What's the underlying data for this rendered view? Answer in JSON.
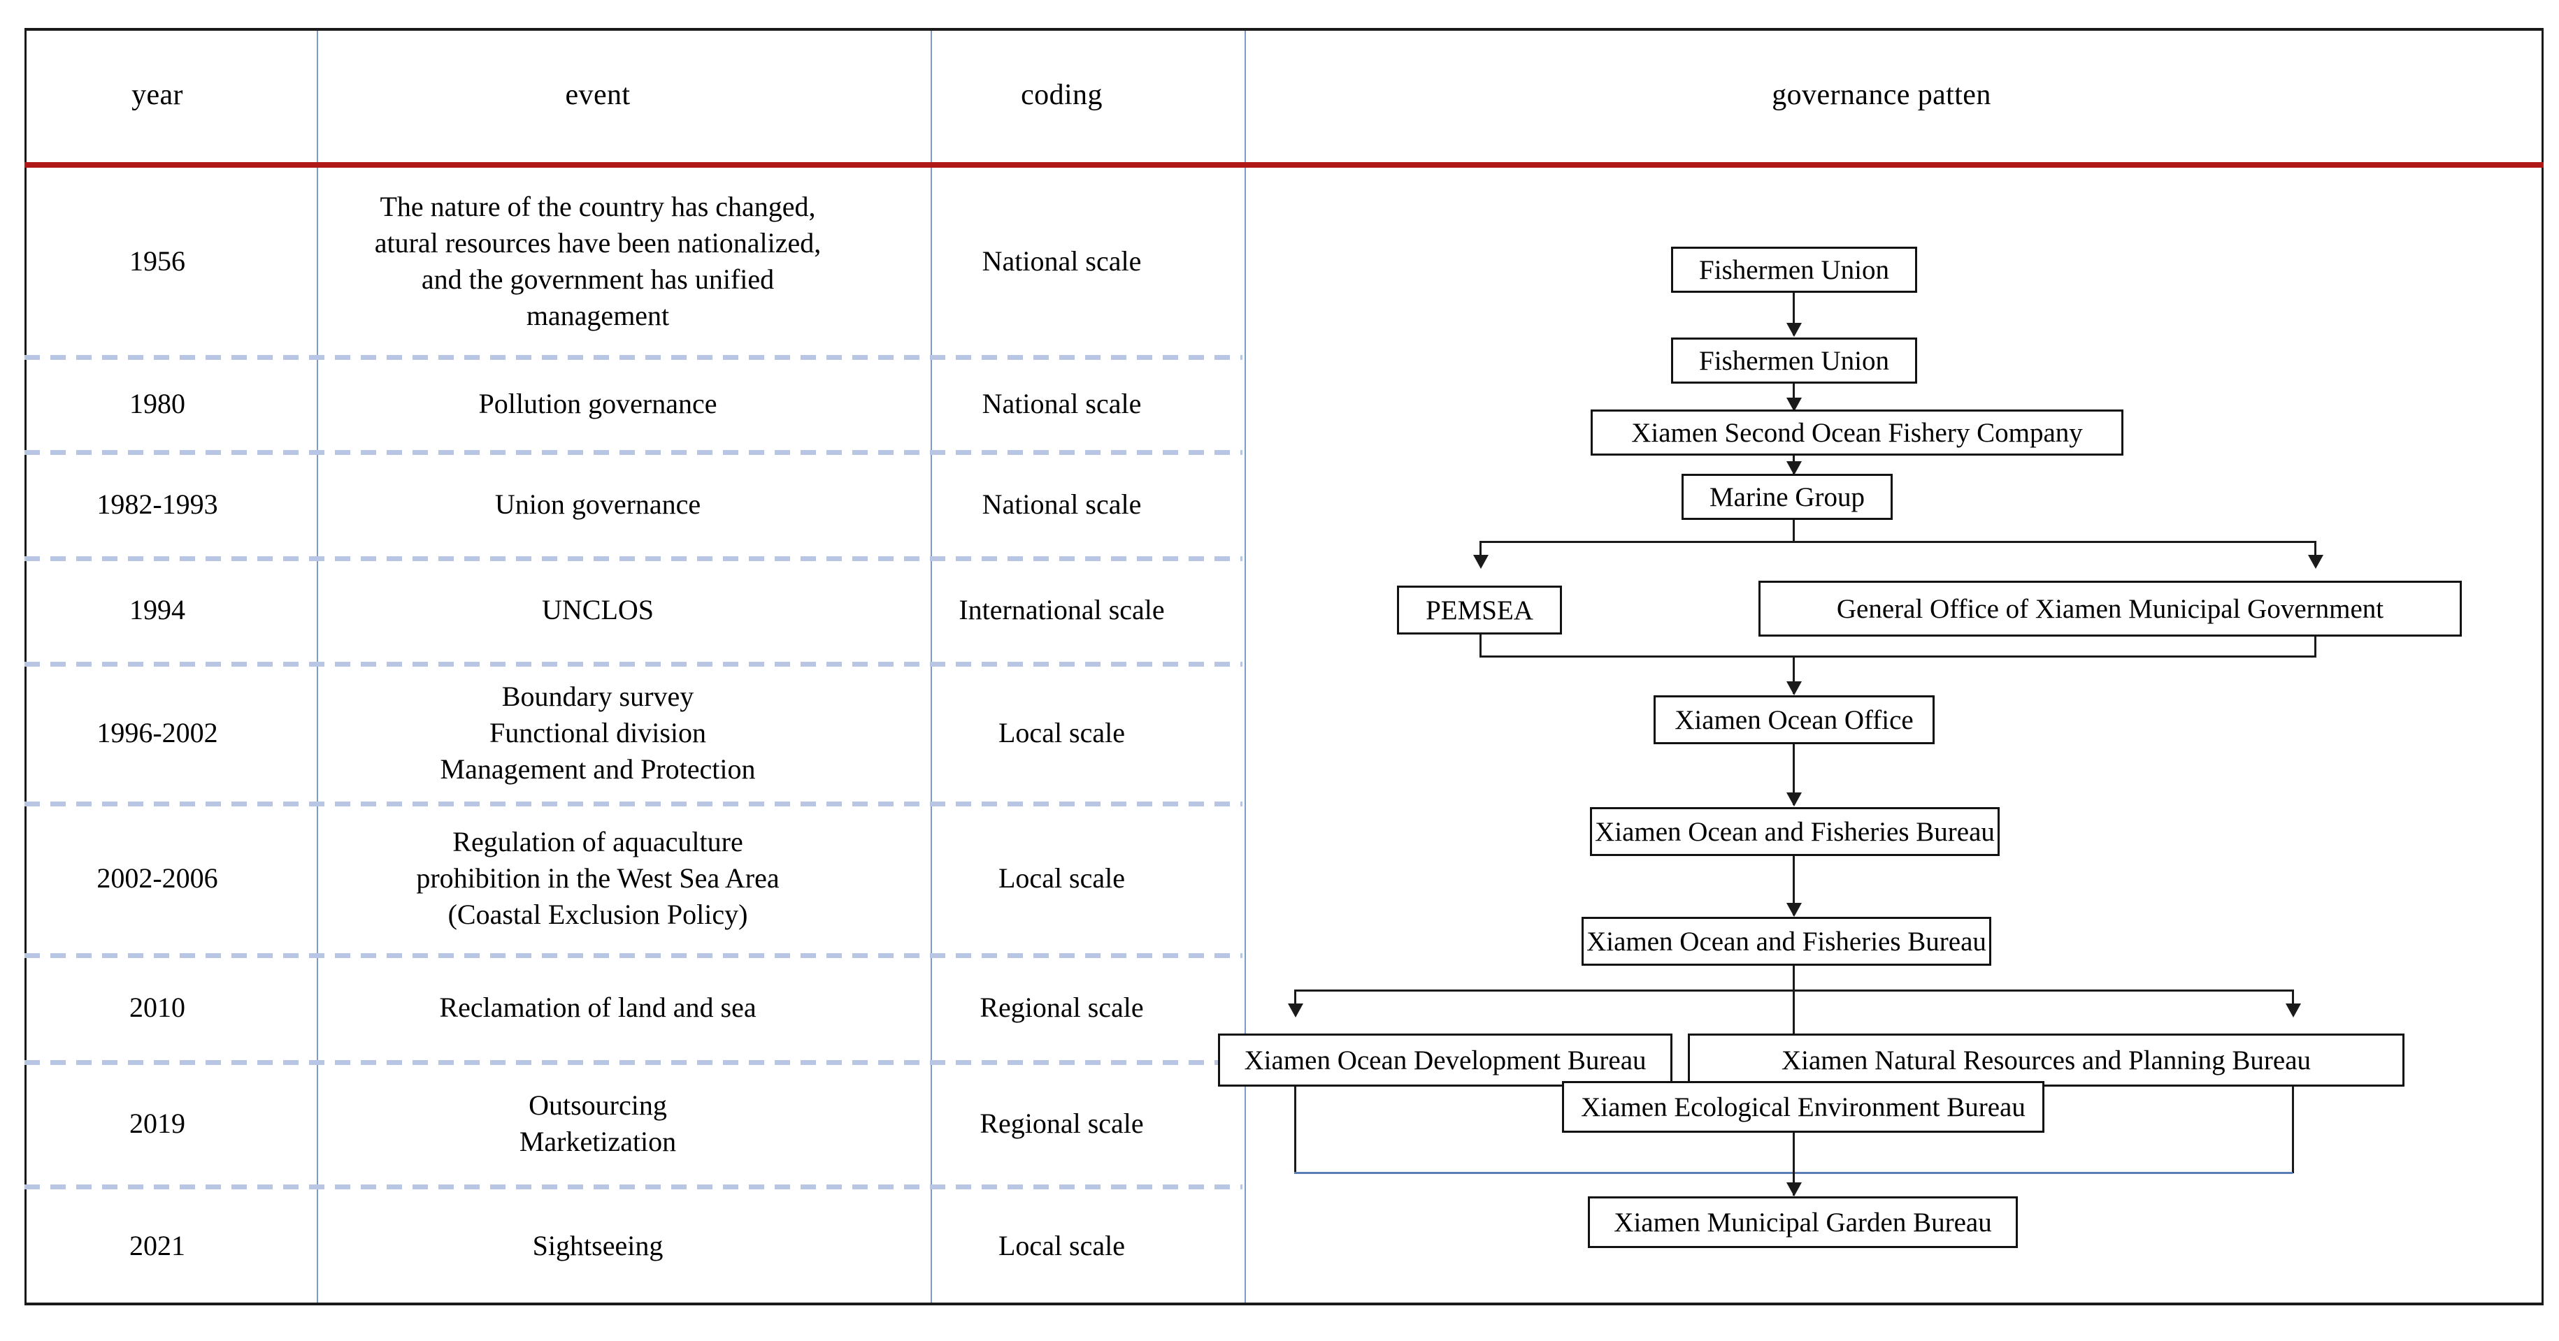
{
  "table": {
    "columns": [
      "year",
      "event",
      "coding",
      "governance patten"
    ],
    "rows": [
      {
        "year": "1956",
        "event": "The nature of the country has changed,\natural resources have been nationalized,\nand the government has unified\nmanagement",
        "coding": "National scale"
      },
      {
        "year": "1980",
        "event": "Pollution governance",
        "coding": "National scale"
      },
      {
        "year": "1982-1993",
        "event": "Union governance",
        "coding": "National scale"
      },
      {
        "year": "1994",
        "event": "UNCLOS",
        "coding": "International scale"
      },
      {
        "year": "1996-2002",
        "event": "Boundary survey\nFunctional division\nManagement and Protection",
        "coding": "Local scale"
      },
      {
        "year": "2002-2006",
        "event": "Regulation of aquaculture\nprohibition in the West Sea Area\n(Coastal Exclusion Policy)",
        "coding": "Local scale"
      },
      {
        "year": "2010",
        "event": "Reclamation of land and sea",
        "coding": "Regional scale"
      },
      {
        "year": "2019",
        "event": "Outsourcing\nMarketization",
        "coding": "Regional  scale"
      },
      {
        "year": "2021",
        "event": "Sightseeing",
        "coding": "Local scale"
      }
    ]
  },
  "flowchart": {
    "nodes": {
      "n1": "Fishermen Union",
      "n2": "Fishermen Union",
      "n3": "Xiamen Second Ocean Fishery Company",
      "n4": "Marine Group",
      "n5": "PEMSEA",
      "n6": "General Office of Xiamen Municipal Government",
      "n7": "Xiamen Ocean Office",
      "n8": "Xiamen Ocean and Fisheries Bureau",
      "n9": "Xiamen Ocean and Fisheries Bureau",
      "n10": "Xiamen Ocean Development Bureau",
      "n11": "Xiamen Natural Resources and Planning Bureau",
      "n12": "Xiamen Ecological Environment Bureau",
      "n13": "Xiamen Municipal Garden Bureau"
    }
  },
  "colors": {
    "header_rule": "#b01818",
    "column_rule": "#7a9cc6",
    "row_dash": "#b9c6e3",
    "frame": "#1a1a1a"
  }
}
